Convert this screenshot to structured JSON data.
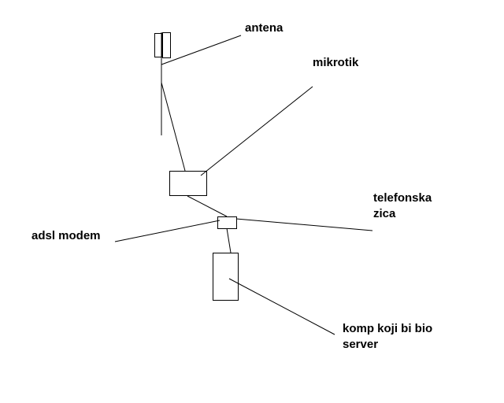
{
  "labels": {
    "antenna": "antena",
    "router": "mikrotik",
    "phone_line_1": "telefonska",
    "phone_line_2": "zica",
    "modem": "adsl modem",
    "server_1": "komp koji bi bio",
    "server_2": "server"
  },
  "colors": {
    "stroke": "#000000",
    "background": "#ffffff"
  }
}
